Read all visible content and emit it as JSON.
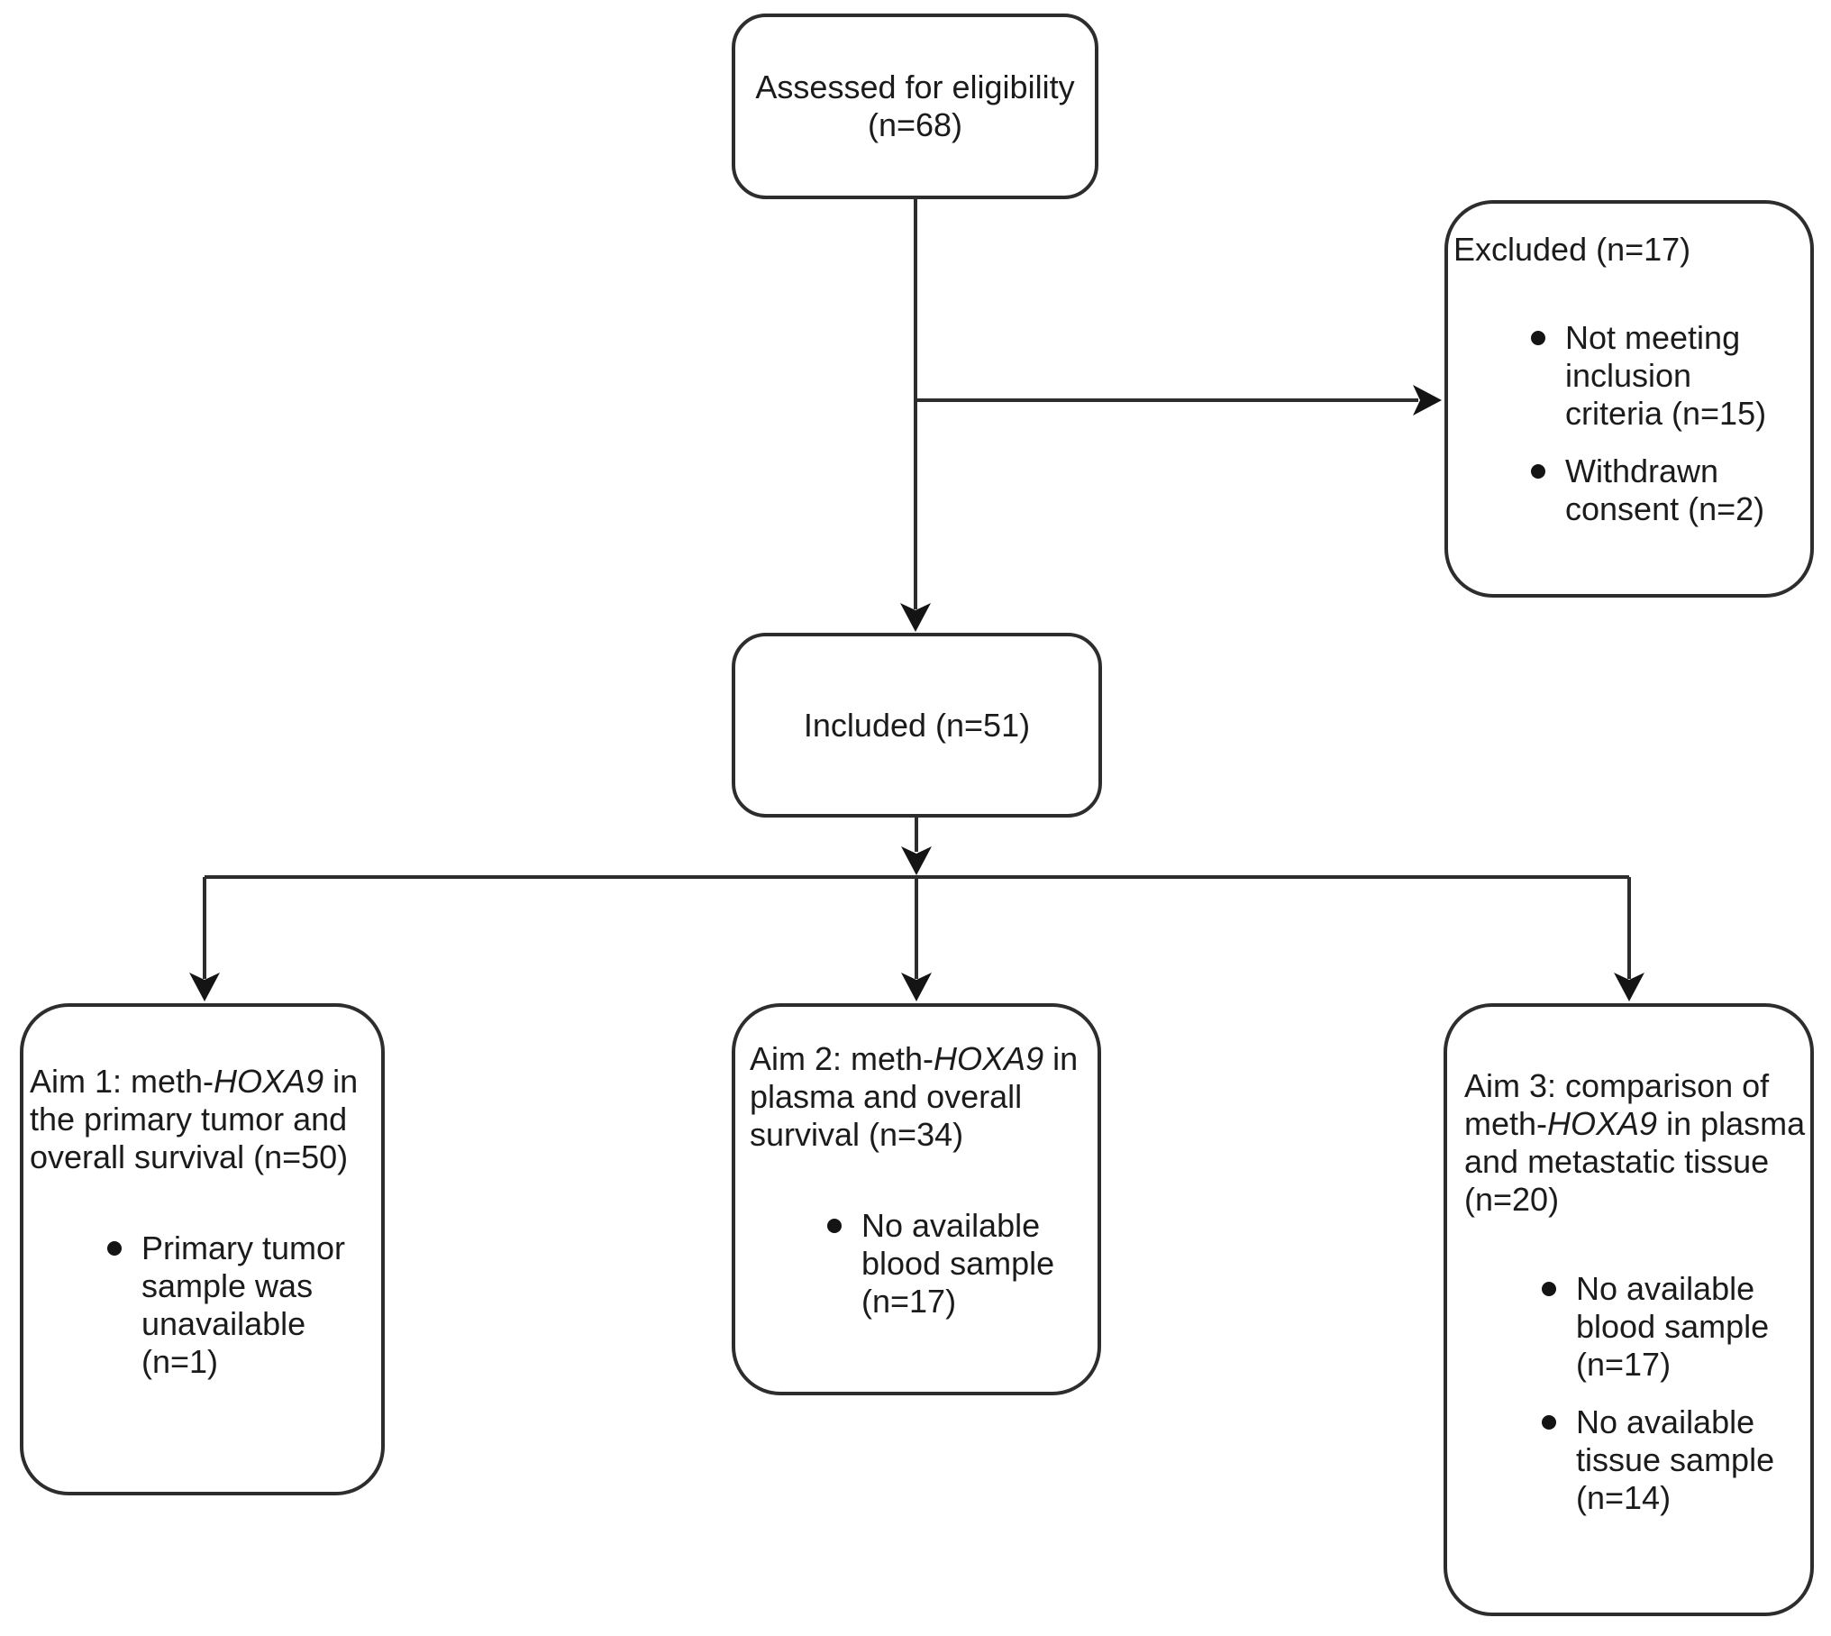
{
  "flow": {
    "assessed": {
      "line1": "Assessed for eligibility",
      "line2": "(n=68)"
    },
    "excluded": {
      "title": "Excluded (n=17)",
      "bullets": [
        [
          "Not meeting",
          "inclusion",
          "criteria (n=15)"
        ],
        [
          "Withdrawn",
          "consent (n=2)"
        ]
      ]
    },
    "included": {
      "line1": "Included (n=51)"
    },
    "aim1": {
      "title_lines": [
        [
          "Aim 1: meth-",
          "HOXA9",
          " in"
        ],
        [
          "the primary tumor and"
        ],
        [
          "overall survival (n=50)"
        ]
      ],
      "bullets": [
        [
          "Primary tumor",
          "sample was",
          "unavailable",
          "(n=1)"
        ]
      ]
    },
    "aim2": {
      "title_lines": [
        [
          "Aim 2: meth-",
          "HOXA9",
          " in"
        ],
        [
          "plasma and overall"
        ],
        [
          "survival (n=34)"
        ]
      ],
      "bullets": [
        [
          "No available",
          "blood sample",
          "(n=17)"
        ]
      ]
    },
    "aim3": {
      "title_lines": [
        [
          "Aim 3: comparison of"
        ],
        [
          "meth-",
          "HOXA9",
          " in plasma"
        ],
        [
          "and metastatic tissue"
        ],
        [
          "(n=20)"
        ]
      ],
      "bullets": [
        [
          "No available",
          "blood sample",
          "(n=17)"
        ],
        [
          "No available",
          "tissue sample",
          "(n=14)"
        ]
      ]
    },
    "colors": {
      "border": "#2d2d2d",
      "text": "#1b1b1b",
      "background": "#ffffff"
    }
  }
}
